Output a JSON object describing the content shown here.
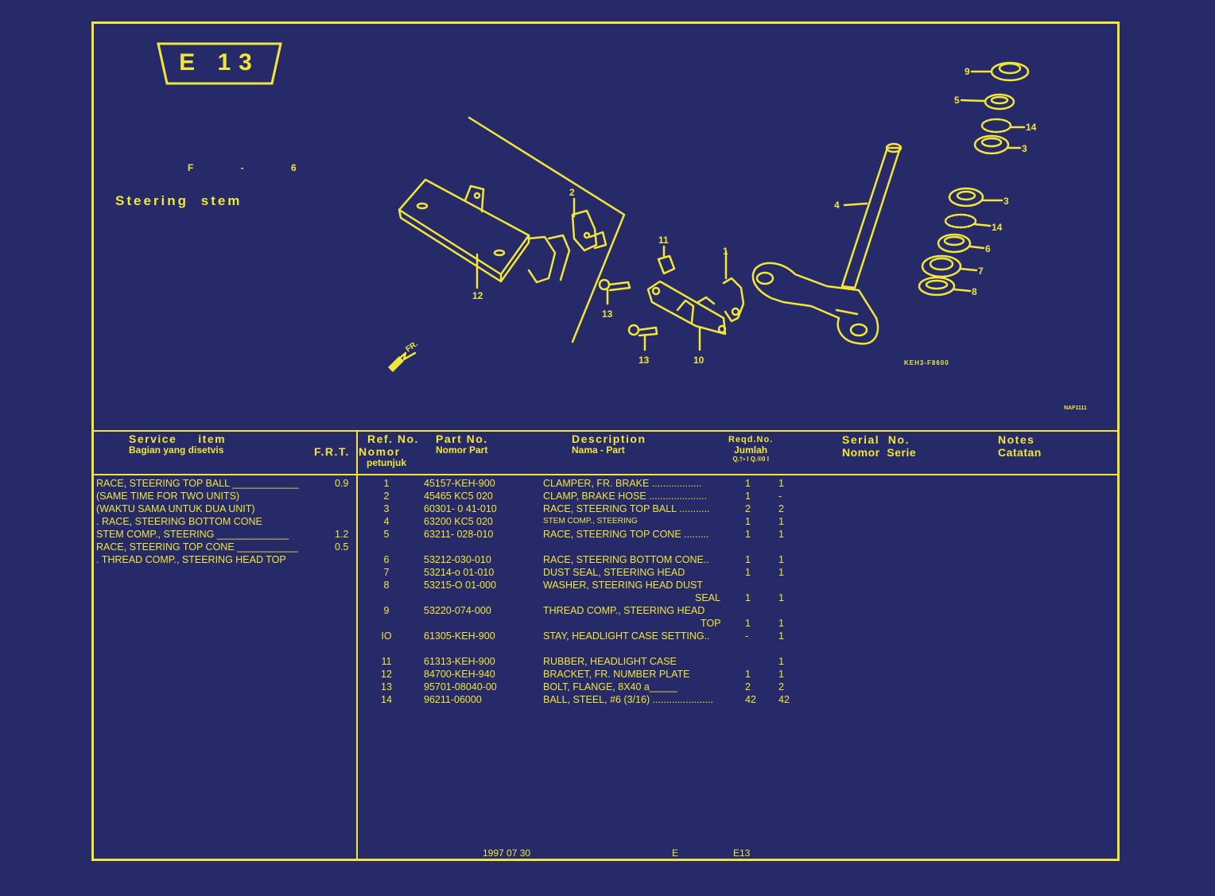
{
  "page": {
    "code": "E 13",
    "section_code": "F - 6",
    "title": "Steering stem",
    "drawing_code": "KEH3-F8600",
    "page_code": "NAF1111",
    "fr_arrow_label": "FR."
  },
  "callouts": [
    "9",
    "5",
    "14",
    "3",
    "3",
    "14",
    "6",
    "7",
    "8",
    "4",
    "2",
    "11",
    "1",
    "12",
    "13",
    "13",
    "10"
  ],
  "headers": {
    "service": {
      "main": "Service     item",
      "sub": "Bagian yang disetvis"
    },
    "frt": "F.R.T.",
    "ref": {
      "main": "Ref. No.",
      "sub1": "Nomor",
      "sub2": "petunjuk"
    },
    "part": {
      "main": "Part No.",
      "sub": "Nomor Part"
    },
    "desc": {
      "main": "Description",
      "sub": "Nama - Part"
    },
    "qty": {
      "main": "Reqd.No.",
      "sub": "Jumlah",
      "sub2": "Q.†▪ I Q.®0 I"
    },
    "serial": {
      "main": "Serial  No.",
      "sub": "Nomor  Serie"
    },
    "notes": {
      "main": "Notes",
      "sub": "Catatan"
    }
  },
  "service_items": [
    {
      "text": "RACE, STEERING TOP BALL ____________",
      "frt": "0.9"
    },
    {
      "text": "(SAME TIME FOR TWO UNITS)",
      "frt": ""
    },
    {
      "text": "(WAKTU SAMA UNTUK DUA UNIT)",
      "frt": ""
    },
    {
      "text": ". RACE, STEERING BOTTOM CONE",
      "frt": ""
    },
    {
      "text": "STEM COMP., STEERING _____________",
      "frt": "1.2"
    },
    {
      "text": "RACE, STEERING TOP CONE ___________",
      "frt": "0.5"
    },
    {
      "text": ". THREAD COMP., STEERING HEAD TOP",
      "frt": ""
    }
  ],
  "parts": [
    {
      "ref": "1",
      "part": "45157-KEH-900",
      "desc": "CLAMPER, FR. BRAKE  ..................",
      "q1": "1",
      "q2": "1"
    },
    {
      "ref": "2",
      "part": "45465  KC5 020",
      "desc": "CLAMP, BRAKE HOSE  .....................",
      "q1": "1",
      "q2": "-"
    },
    {
      "ref": "3",
      "part": "60301- 0 41-010",
      "desc": "RACE, STEERING TOP BALL ...........",
      "q1": "2",
      "q2": "2"
    },
    {
      "ref": "4",
      "part": "63200 KC5 020",
      "desc": "STEM COMP., STEERING",
      "q1": "1",
      "q2": "1"
    },
    {
      "ref": "5",
      "part": "63211- 028-010",
      "desc": "RACE, STEERING TOP CONE .........",
      "q1": "1",
      "q2": "1"
    },
    {
      "ref": "6",
      "part": "53212-030-010",
      "desc": "RACE, STEERING BOTTOM CONE..",
      "q1": "1",
      "q2": "1"
    },
    {
      "ref": "7",
      "part": "53214-o 01-010",
      "desc": "DUST SEAL, STEERING HEAD",
      "q1": "1",
      "q2": "1"
    },
    {
      "ref": "8",
      "part": "53215-O 01-000",
      "desc": "WASHER, STEERING HEAD DUST",
      "q1": "",
      "q2": ""
    },
    {
      "ref": "",
      "part": "",
      "desc": "SEAL",
      "q1": "1",
      "q2": "1"
    },
    {
      "ref": "9",
      "part": "53220-074-000",
      "desc": "THREAD COMP., STEERING HEAD",
      "q1": "",
      "q2": ""
    },
    {
      "ref": "",
      "part": "",
      "desc": "TOP",
      "q1": "1",
      "q2": "1"
    },
    {
      "ref": "IO",
      "part": "61305-KEH-900",
      "desc": "STAY, HEADLIGHT CASE SETTING..",
      "q1": "-",
      "q2": "1"
    },
    {
      "ref": "11",
      "part": "61313-KEH-900",
      "desc": "RUBBER, HEADLIGHT CASE",
      "q1": "",
      "q2": "1"
    },
    {
      "ref": "12",
      "part": "84700-KEH-940",
      "desc": "BRACKET, FR. NUMBER PLATE",
      "q1": "1",
      "q2": "1"
    },
    {
      "ref": "13",
      "part": "95701-08040-00",
      "desc": "BOLT, FLANGE, 8X40            a_____",
      "q1": "2",
      "q2": "2"
    },
    {
      "ref": "14",
      "part": "96211-06000",
      "desc": "BALL, STEEL, #6 (3/16) ......................",
      "q1": "42",
      "q2": "42"
    }
  ],
  "footer": {
    "date": "1997 07 30",
    "edition": "E",
    "page": "E13"
  }
}
